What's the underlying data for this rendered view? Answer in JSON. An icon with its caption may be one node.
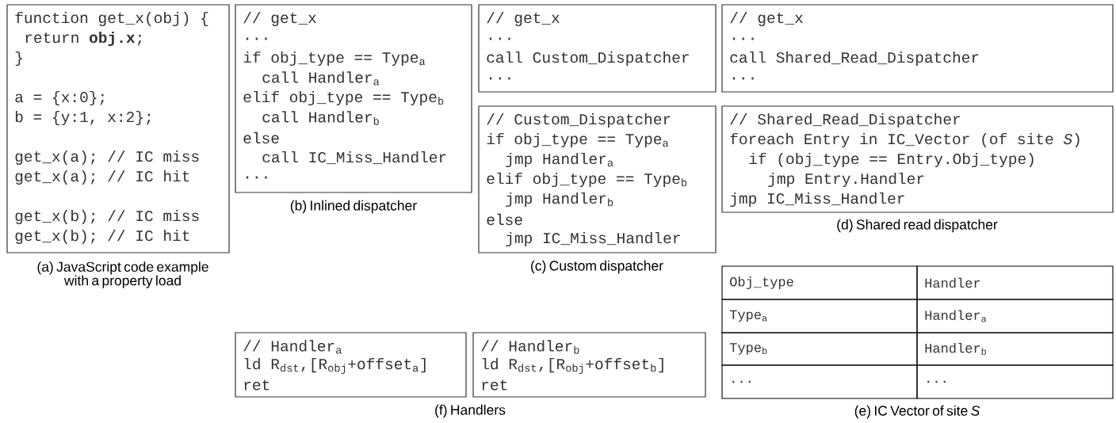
{
  "diagram": {
    "nodes": [
      {
        "text": [
          "function get_x(obj) {",
          "return **obj.x**;",
          "}",
          "a = {x:0};",
          "b = {y:1, x:2};",
          "get_x(a); // IC miss",
          "get_x(a); // IC hit",
          "get_x(b); // IC miss",
          "get_x(b); // IC hit"
        ],
        "beside": [
          "(a) JavaScript code example with a property load"
        ]
      },
      {
        "text": [
          "// get_x",
          "...",
          "if obj_type == Type$_{a}$",
          "call Handler$_{a}$",
          "elif obj_type == Type$_{b}$",
          "call Handler$_{b}$",
          "else",
          "call IC_Miss_Handler",
          "..."
        ],
        "beside": [
          "(b) Inlined dispatcher"
        ]
      },
      {
        "text": [
          "// get_x",
          "...",
          "call Custom_Dispatcher",
          "..."
        ]
      },
      {
        "text": [
          "// Custom_Dispatcher",
          "if obj_type == Type$_{a}$",
          "jmp Handler$_{a}$",
          "elif obj_type == Type$_{b}$",
          "jmp Handler$_{b}$",
          "else",
          "jmp IC_Miss_Handler"
        ],
        "beside": [
          "(c) Custom dispatcher"
        ]
      },
      {
        "text": [
          "// get_x",
          "...",
          "call Shared_Read_Dispatcher",
          "..."
        ]
      },
      {
        "text": [
          "// Shared_Read_Dispatcher",
          "foreach Entry in IC_Vector (of site *S*)",
          "if (obj_type == Entry.Obj_type)",
          "jmp Entry.Handler",
          "jmp IC_Miss_Handler"
        ],
        "beside": [
          "(d) Shared read dispatcher"
        ]
      },
      {
        "text": [
          "// Handler$_{a}$",
          "ld R$_{dst}$,[R$_{obj}$+offset$_{a}$]",
          "ret"
        ]
      },
      {
        "text": [
          "// Handler$_{b}$",
          "ld R$_{dst}$,[R$_{obj}$+offset$_{b}$]",
          "ret"
        ]
      }
    ],
    "labels": [
      "Obj_type",
      "Handler",
      "Type$_{a}$",
      "Handler$_{a}$",
      "Type$_{b}$",
      "Handler$_{b}$",
      "...",
      "...",
      "(f) Handlers",
      "(e) IC Vector of site *S*"
    ]
  }
}
